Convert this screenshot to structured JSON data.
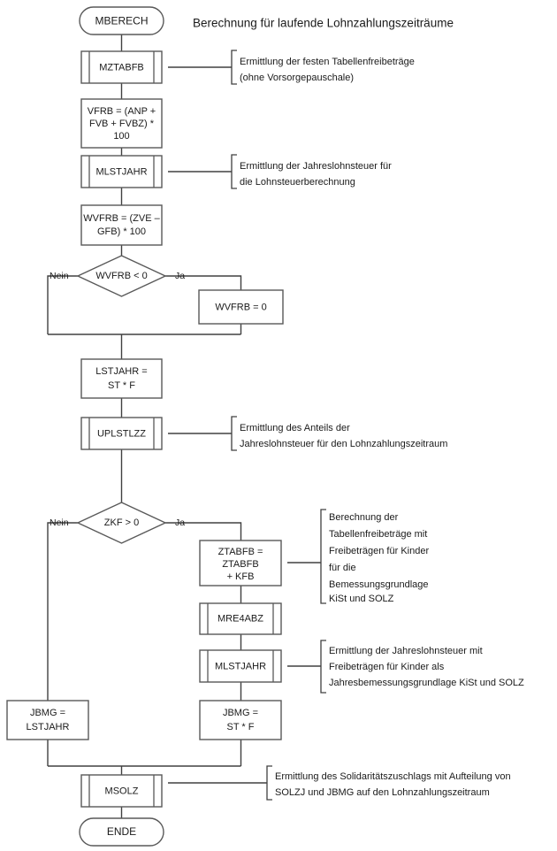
{
  "diagram": {
    "title": "Berechnung für laufende Lohnzahlungszeiträume",
    "start_label": "MBERECH",
    "end_label": "ENDE",
    "branch_yes": "Ja",
    "branch_no": "Nein",
    "nodes": {
      "mztabfb": {
        "label": "MZTABFB",
        "type": "predefined-process"
      },
      "vfrb": {
        "line1": "VFRB = (ANP +",
        "line2": "FVB + FVBZ) *",
        "line3": "100",
        "type": "process"
      },
      "mlstjahr1": {
        "label": "MLSTJAHR",
        "type": "predefined-process"
      },
      "wvfrb_calc": {
        "line1": "WVFRB = (ZVE –",
        "line2": "GFB) * 100",
        "type": "process"
      },
      "wvfrb_decision": {
        "label": "WVFRB < 0",
        "type": "decision"
      },
      "wvfrb_zero": {
        "line1": "WVFRB = 0",
        "type": "process"
      },
      "lstjahr": {
        "line1": "LSTJAHR =",
        "line2": "ST * F",
        "type": "process"
      },
      "uplstlzz": {
        "label": "UPLSTLZZ",
        "type": "predefined-process"
      },
      "zkf_decision": {
        "label": "ZKF > 0",
        "type": "decision"
      },
      "ztabfb": {
        "line1": "ZTABFB =",
        "line2": "ZTABFB",
        "line3": "+ KFB",
        "type": "process"
      },
      "mre4abz": {
        "label": "MRE4ABZ",
        "type": "predefined-process"
      },
      "mlstjahr2": {
        "label": "MLSTJAHR",
        "type": "predefined-process"
      },
      "jbmg_lstjahr": {
        "line1": "JBMG =",
        "line2": "LSTJAHR",
        "type": "process"
      },
      "jbmg_stf": {
        "line1": "JBMG =",
        "line2": "ST * F",
        "type": "process"
      },
      "msolz": {
        "label": "MSOLZ",
        "type": "predefined-process"
      }
    },
    "annotations": {
      "mztabfb": [
        "Ermittlung der festen Tabellenfreibeträge",
        "(ohne Vorsorgepauschale)"
      ],
      "mlstjahr1": [
        "Ermittlung der Jahreslohnsteuer für",
        "die Lohnsteuerberechnung"
      ],
      "uplstlzz": [
        "Ermittlung des Anteils der",
        "Jahreslohnsteuer für den Lohnzahlungszeitraum"
      ],
      "ztabfb": [
        "Berechnung der",
        "Tabellenfreibeträge mit",
        "Freibeträgen für Kinder",
        "für die",
        "Bemessungsgrundlage",
        "KiSt und SOLZ"
      ],
      "mlstjahr2": [
        "Ermittlung der Jahreslohnsteuer mit",
        "Freibeträgen für Kinder als",
        "Jahresbemessungsgrundlage KiSt und SOLZ"
      ],
      "msolz": [
        "Ermittlung des Solidaritätszuschlags mit Aufteilung von",
        "SOLZJ und JBMG auf den Lohnzahlungszeitraum"
      ]
    },
    "colors": {
      "stroke": "#595959",
      "connector": "#404040",
      "text": "#1a1a1a",
      "background": "#ffffff"
    }
  }
}
